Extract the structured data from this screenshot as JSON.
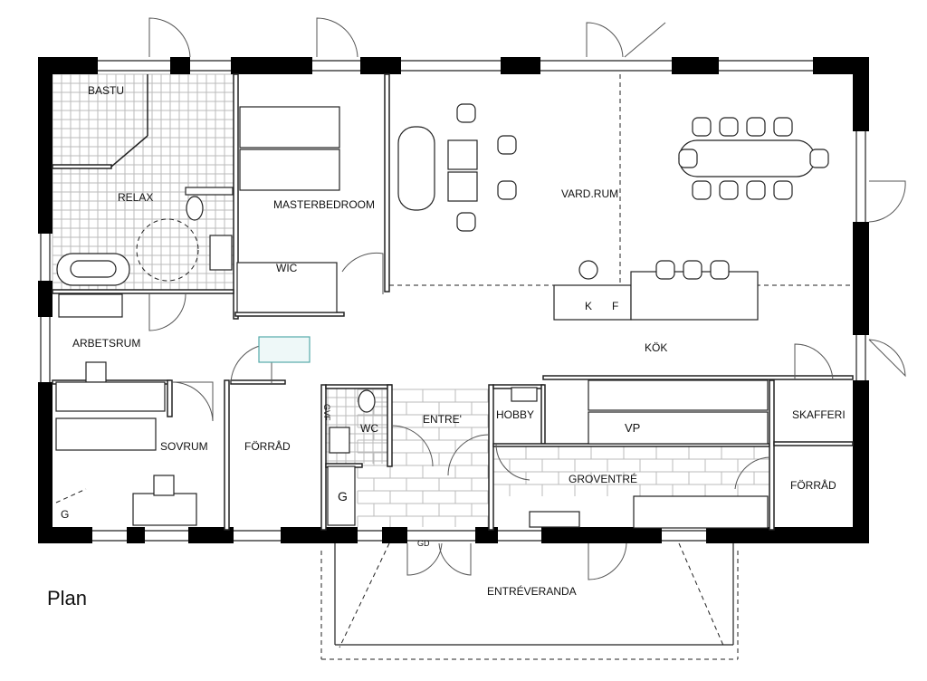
{
  "title": "Plan",
  "rooms": {
    "bastu": "BASTU",
    "relax": "RELAX",
    "masterbedroom": "MASTERBEDROOM",
    "wic": "WIC",
    "vardrum": "VARD.RUM",
    "kok": "KÖK",
    "arbetsrum": "ARBETSRUM",
    "sovrum": "SOVRUM",
    "forrad_west": "FÖRRÅD",
    "wc": "WC",
    "gvf": "GVF",
    "g_hall": "G",
    "g_sovrum": "G",
    "entre": "ENTRE'",
    "hobby": "HOBBY",
    "groventre": "GROVENTRÉ",
    "vp": "VP",
    "k": "K",
    "f": "F",
    "skafferi": "SKAFFERI",
    "forrad_east": "FÖRRÅD",
    "gd": "GD",
    "entreveranda": "ENTRÉVERANDA"
  }
}
